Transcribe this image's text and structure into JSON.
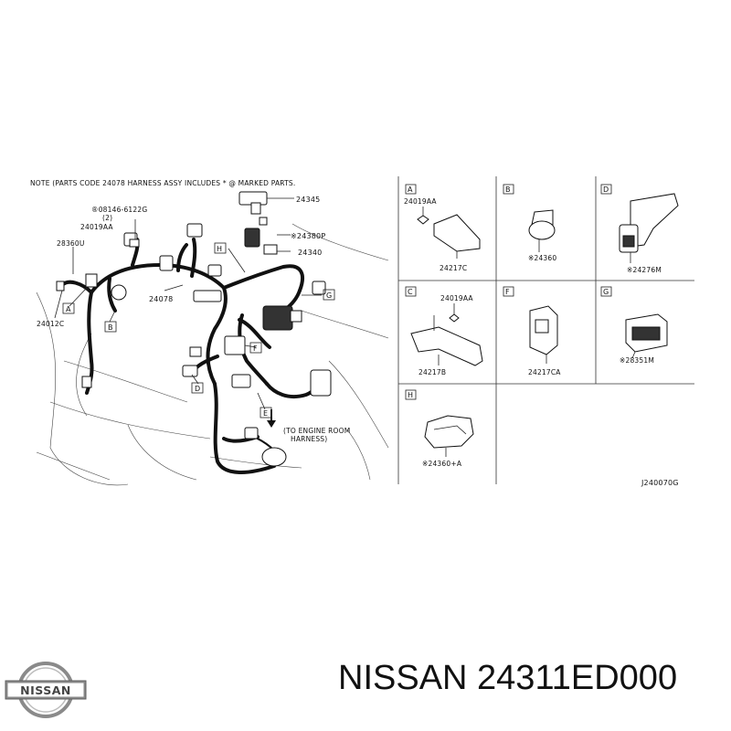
{
  "diagram": {
    "note": "NOTE (PARTS CODE 24078 HARNESS ASSY INCLUDES * @ MARKED PARTS.",
    "callouts": {
      "p24345": "24345",
      "p08146": "®08146-6122G",
      "p08146_qty": "(2)",
      "p24019AA_left": "24019AA",
      "p28360U": "28360U",
      "p24380P": "※24380P",
      "p24340": "24340",
      "p24078": "24078",
      "p24012C": "24012C",
      "to_engine_room_1": "(TO ENGINE ROOM",
      "to_engine_room_2": "HARNESS)"
    },
    "view_letters": {
      "A": "A",
      "B": "B",
      "C": "C",
      "D": "D",
      "E": "E",
      "F": "F",
      "G": "G",
      "H": "H"
    },
    "detail_cells": {
      "A": {
        "letter": "A",
        "top_label": "24019AA",
        "part": "24217C"
      },
      "B": {
        "letter": "B",
        "part": "※24360"
      },
      "D": {
        "letter": "D",
        "part": "※24276M"
      },
      "C": {
        "letter": "C",
        "top_label": "24019AA",
        "part": "24217B"
      },
      "F": {
        "letter": "F",
        "part": "24217CA"
      },
      "G": {
        "letter": "G",
        "part": "※28351M"
      },
      "H": {
        "letter": "H",
        "part": "※24360+A"
      }
    },
    "drawing_code": "J240070G"
  },
  "footer": {
    "part_number": "NISSAN 24311ED000",
    "logo_text": "NISSAN"
  },
  "colors": {
    "ink": "#111111",
    "background": "#ffffff",
    "logo_gray": "#8a8a8a"
  }
}
